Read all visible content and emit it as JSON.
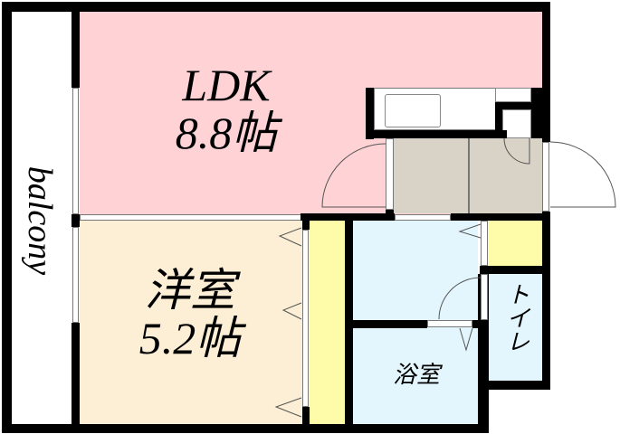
{
  "plan": {
    "rooms": {
      "ldk": {
        "name": "LDK",
        "size": "8.8帖",
        "color": "#ffd3d6"
      },
      "western": {
        "name": "洋室",
        "size": "5.2帖",
        "color": "#fdefd5"
      },
      "bath": {
        "name": "浴室",
        "color": "#e3f6fd"
      },
      "washroom": {
        "color": "#e3f6fd"
      },
      "toilet": {
        "name": "トイレ",
        "color": "#e3f6fd"
      },
      "entrance": {
        "color": "#d8d3c6"
      },
      "closet": {
        "color": "#fefba9"
      },
      "storage": {
        "color": "#fefba9"
      }
    },
    "balcony": {
      "label": "balcony"
    }
  }
}
